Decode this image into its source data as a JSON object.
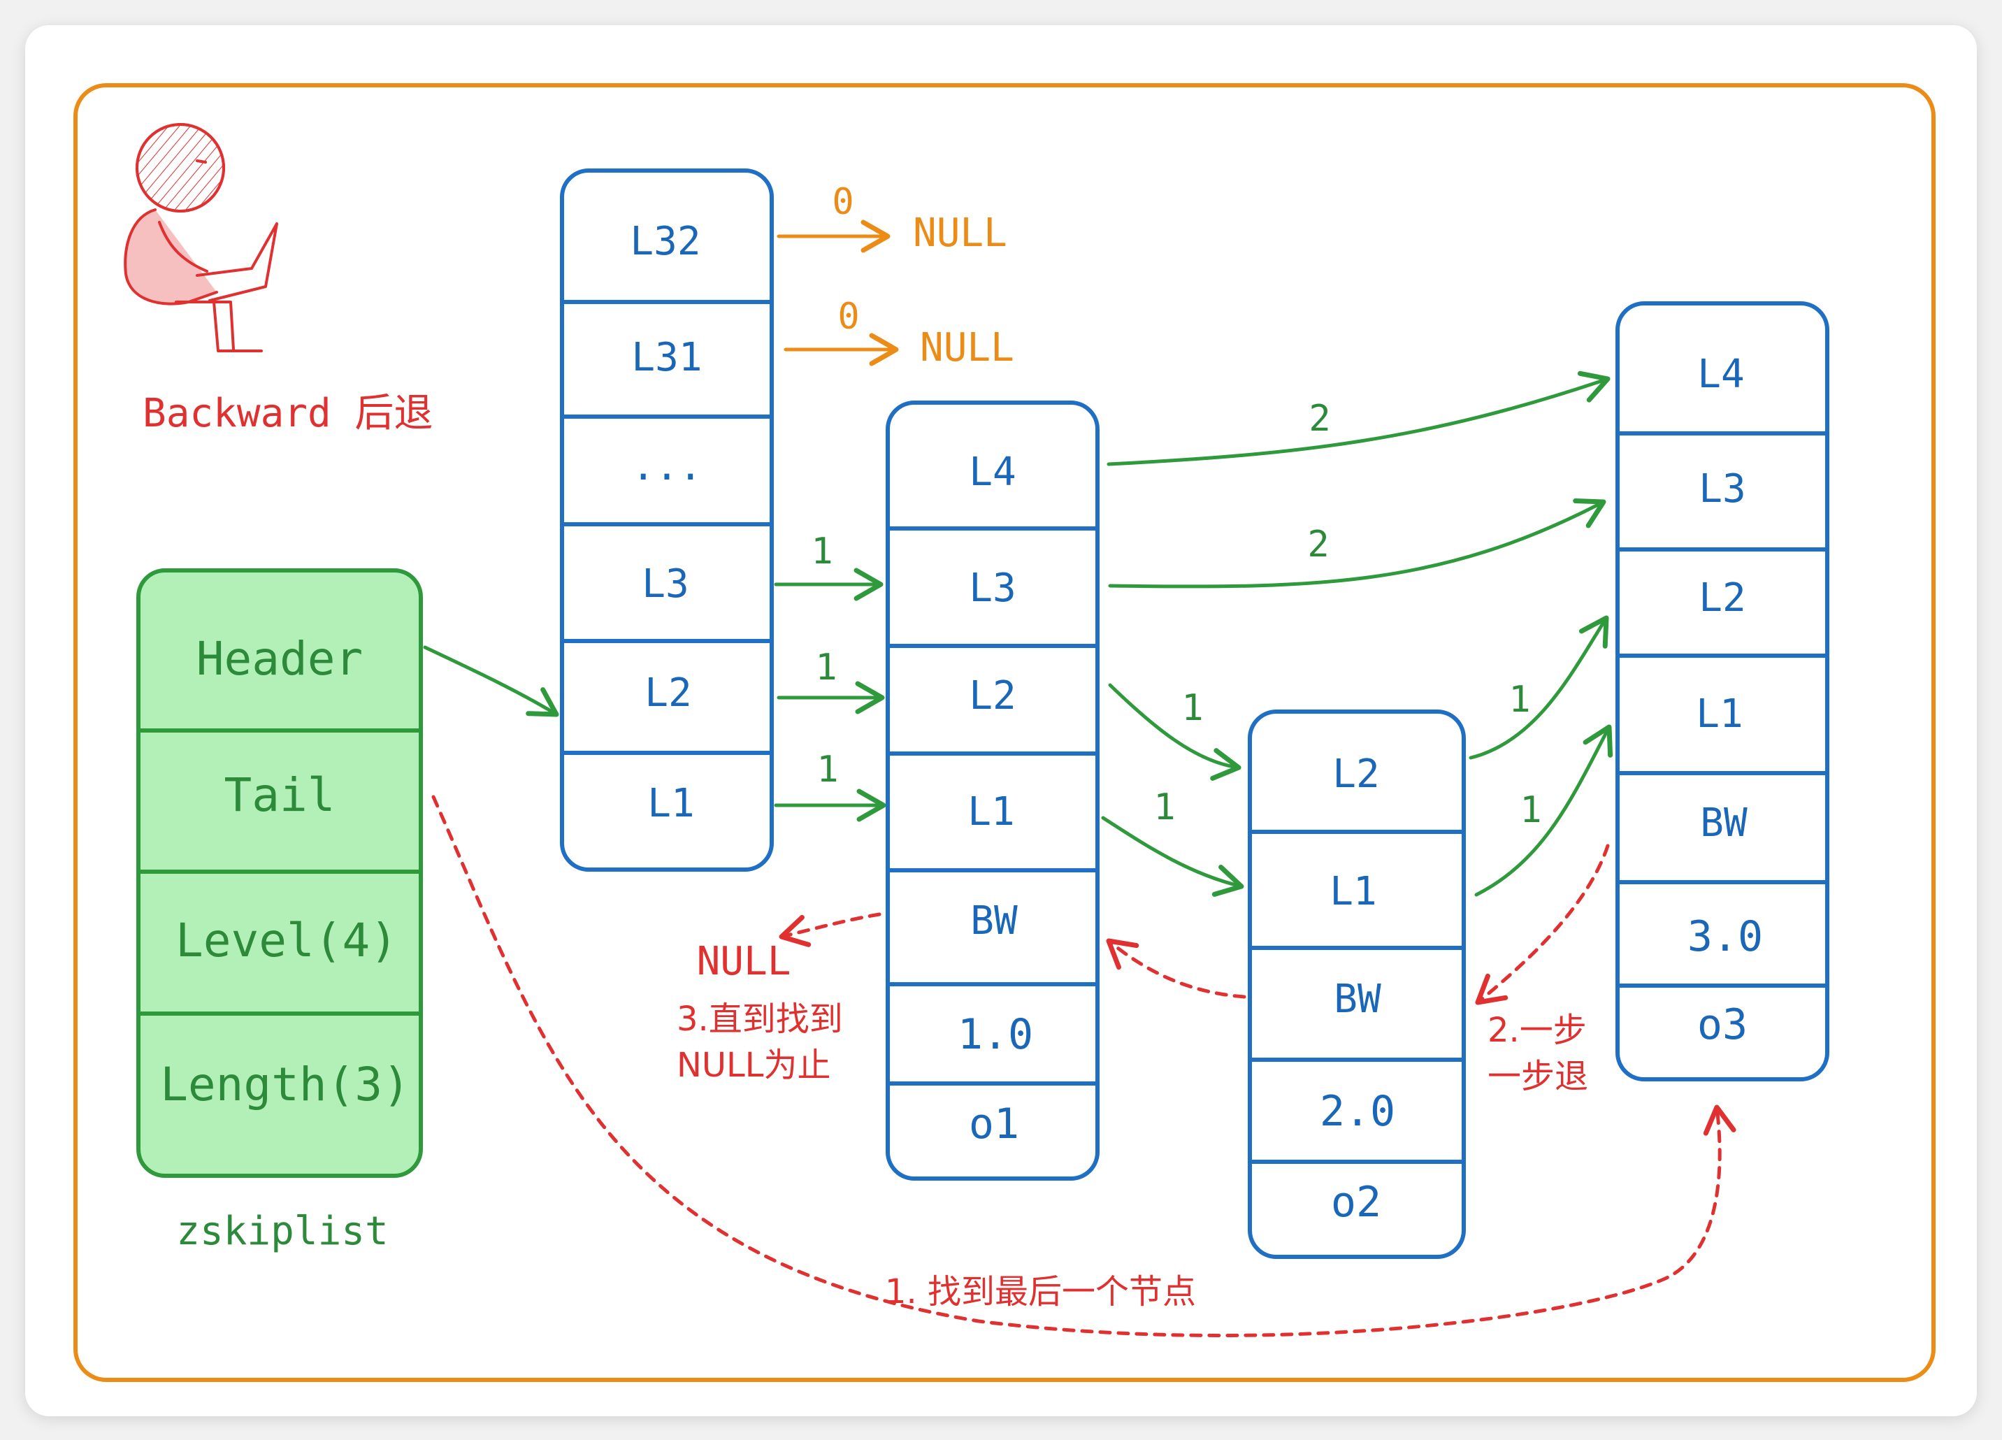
{
  "colors": {
    "frame": "#ec8c17",
    "node_stroke": "#1f6fc5",
    "node_text": "#1a66b8",
    "zskiplist_fill": "#b2f0b8",
    "zskiplist_stroke": "#2f9a3c",
    "zskiplist_text": "#2c8a3a",
    "forward_arrow": "#2f9a3c",
    "backward_arrow": "#e0302f",
    "null_orange": "#ec8c17"
  },
  "title": {
    "label": "Backward 后退"
  },
  "zskiplist": {
    "fields": [
      "Header",
      "Tail",
      "Level(4)",
      "Length(3)"
    ],
    "caption": "zskiplist"
  },
  "header_node": {
    "levels": [
      "L32",
      "L31",
      "...",
      "L3",
      "L2",
      "L1"
    ]
  },
  "node1": {
    "levels": [
      "L4",
      "L3",
      "L2",
      "L1"
    ],
    "backward": "BW",
    "score": "1.0",
    "member": "o1"
  },
  "node2": {
    "levels": [
      "L2",
      "L1"
    ],
    "backward": "BW",
    "score": "2.0",
    "member": "o2"
  },
  "node3": {
    "levels": [
      "L4",
      "L3",
      "L2",
      "L1"
    ],
    "backward": "BW",
    "score": "3.0",
    "member": "o3"
  },
  "spans": {
    "l32": "0",
    "l31": "0",
    "h_l3": "1",
    "h_l2": "1",
    "h_l1": "1",
    "n1_l4": "2",
    "n1_l3": "2",
    "n1_l2": "1",
    "n1_l1": "1",
    "n2_l2": "1",
    "n2_l1": "1"
  },
  "null_labels": {
    "l32": "NULL",
    "l31": "NULL",
    "backward": "NULL"
  },
  "steps": {
    "step1": "1. 找到最后一个节点",
    "step2_line1": "2.一步",
    "step2_line2": "一步退",
    "step3_line1": "3.直到找到",
    "step3_line2": "NULL为止"
  }
}
